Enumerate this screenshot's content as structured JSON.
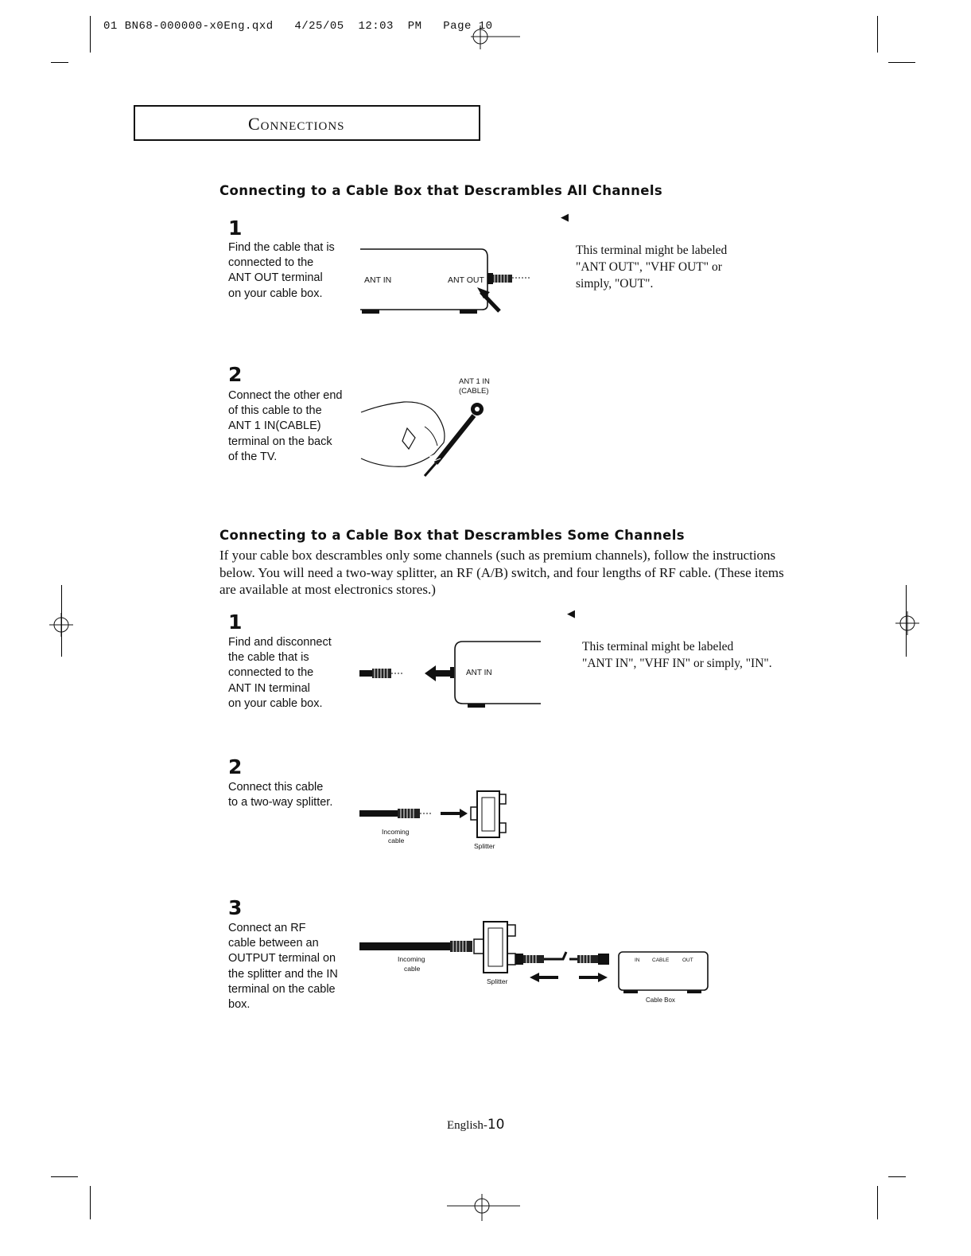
{
  "print_header": "01 BN68-000000-x0Eng.qxd   4/25/05  12:03  PM   Page 10",
  "section_title": "Connections",
  "part1": {
    "heading": "Connecting to a Cable Box that Descrambles All Channels",
    "note": "This terminal might be labeled\n\"ANT OUT\", \"VHF OUT\" or\nsimply, \"OUT\".",
    "steps": [
      {
        "number": "1",
        "text": "Find the cable that is\nconnected to the\nANT OUT terminal\non your cable box.",
        "labels": {
          "ant_in": "ANT IN",
          "ant_out": "ANT OUT"
        }
      },
      {
        "number": "2",
        "text": "Connect the other end\nof this cable to the\nANT 1 IN(CABLE)\nterminal on the back\nof the TV.",
        "labels": {
          "ant1": "ANT 1 IN",
          "cable": "(CABLE)"
        }
      }
    ]
  },
  "part2": {
    "heading": "Connecting to a Cable Box that Descrambles Some Channels",
    "intro": "If your cable box descrambles only some channels (such as premium channels), follow the instructions below. You will need a two-way splitter, an RF (A/B) switch, and four lengths of RF cable. (These items are available at most electronics stores.)",
    "note": "This terminal might be labeled\n\"ANT IN\", \"VHF IN\" or simply, \"IN\".",
    "steps": [
      {
        "number": "1",
        "text": "Find and disconnect\nthe cable that is\nconnected to the\nANT IN terminal\non your cable box.",
        "labels": {
          "ant_in": "ANT IN"
        }
      },
      {
        "number": "2",
        "text": "Connect this cable\nto a two-way splitter.",
        "labels": {
          "incoming_1": "Incoming",
          "incoming_2": "cable",
          "splitter": "Splitter"
        }
      },
      {
        "number": "3",
        "text": "Connect an RF\ncable between an\nOUTPUT terminal on\nthe splitter and the IN\nterminal on the cable\nbox.",
        "labels": {
          "incoming_1": "Incoming",
          "incoming_2": "cable",
          "splitter": "Splitter",
          "cb_in": "IN",
          "cb_cable": "CABLE",
          "cb_out": "OUT",
          "cable_box": "Cable Box"
        }
      }
    ]
  },
  "footer": {
    "prefix": "English-",
    "page": "10"
  },
  "icons": [
    "pointer-triangle-icon",
    "registration-mark-icon",
    "arrow-left-icon",
    "arrow-right-icon"
  ]
}
